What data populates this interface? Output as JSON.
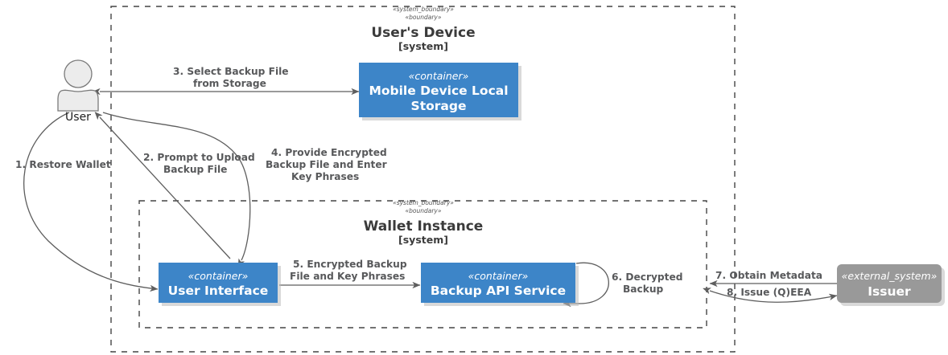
{
  "diagram": {
    "type": "c4-container-diagram",
    "colors": {
      "container_blue": "#3d85c8",
      "external_gray": "#999999",
      "actor_fill": "#ececec",
      "actor_stroke": "#7a7a7a",
      "edge_stroke": "#5e5e5e",
      "label_text": "#58595b",
      "boundary_stroke": "#444444",
      "background": "#ffffff"
    }
  },
  "boundaries": [
    {
      "id": "users-device",
      "stereotype_1": "«system_boundary»",
      "stereotype_2": "«boundary»",
      "title": "User's Device",
      "subtitle": "[system]"
    },
    {
      "id": "wallet-instance",
      "stereotype_1": "«system_boundary»",
      "stereotype_2": "«boundary»",
      "title": "Wallet Instance",
      "subtitle": "[system]"
    }
  ],
  "actors": [
    {
      "id": "user",
      "label": "User"
    }
  ],
  "nodes": [
    {
      "id": "mobile-storage",
      "stereotype": "«container»",
      "title_line_1": "Mobile Device Local",
      "title_line_2": "Storage",
      "style": "container"
    },
    {
      "id": "user-interface",
      "stereotype": "«container»",
      "title_line_1": "User Interface",
      "title_line_2": "",
      "style": "container"
    },
    {
      "id": "backup-api",
      "stereotype": "«container»",
      "title_line_1": "Backup API Service",
      "title_line_2": "",
      "style": "container"
    },
    {
      "id": "issuer",
      "stereotype": "«external_system»",
      "title_line_1": "Issuer",
      "title_line_2": "",
      "style": "external"
    }
  ],
  "edges": [
    {
      "id": "e1",
      "number": "1.",
      "label_line_1": "1. Restore Wallet",
      "label_line_2": "",
      "from": "user",
      "to": "user-interface"
    },
    {
      "id": "e2",
      "number": "2.",
      "label_line_1": "2. Prompt to Upload",
      "label_line_2": "Backup File",
      "from": "user-interface",
      "to": "user"
    },
    {
      "id": "e3",
      "number": "3.",
      "label_line_1": "3. Select Backup File",
      "label_line_2": "from Storage",
      "from": "user",
      "to": "mobile-storage"
    },
    {
      "id": "e4",
      "number": "4.",
      "label_line_1": "4. Provide Encrypted",
      "label_line_2": "Backup File and Enter",
      "label_line_3": "Key Phrases",
      "from": "user",
      "to": "user-interface"
    },
    {
      "id": "e5",
      "number": "5.",
      "label_line_1": "5. Encrypted Backup",
      "label_line_2": "File and Key Phrases",
      "from": "user-interface",
      "to": "backup-api"
    },
    {
      "id": "e6",
      "number": "6.",
      "label_line_1": "6. Decrypted",
      "label_line_2": "Backup",
      "from": "backup-api",
      "to": "backup-api"
    },
    {
      "id": "e7",
      "number": "7.",
      "label_line_1": "7. Obtain Metadata",
      "label_line_2": "",
      "from": "issuer",
      "to": "backup-api"
    },
    {
      "id": "e8",
      "number": "8.",
      "label_line_1": "8. Issue (Q)EEA",
      "label_line_2": "",
      "from": "backup-api",
      "to": "issuer"
    }
  ]
}
